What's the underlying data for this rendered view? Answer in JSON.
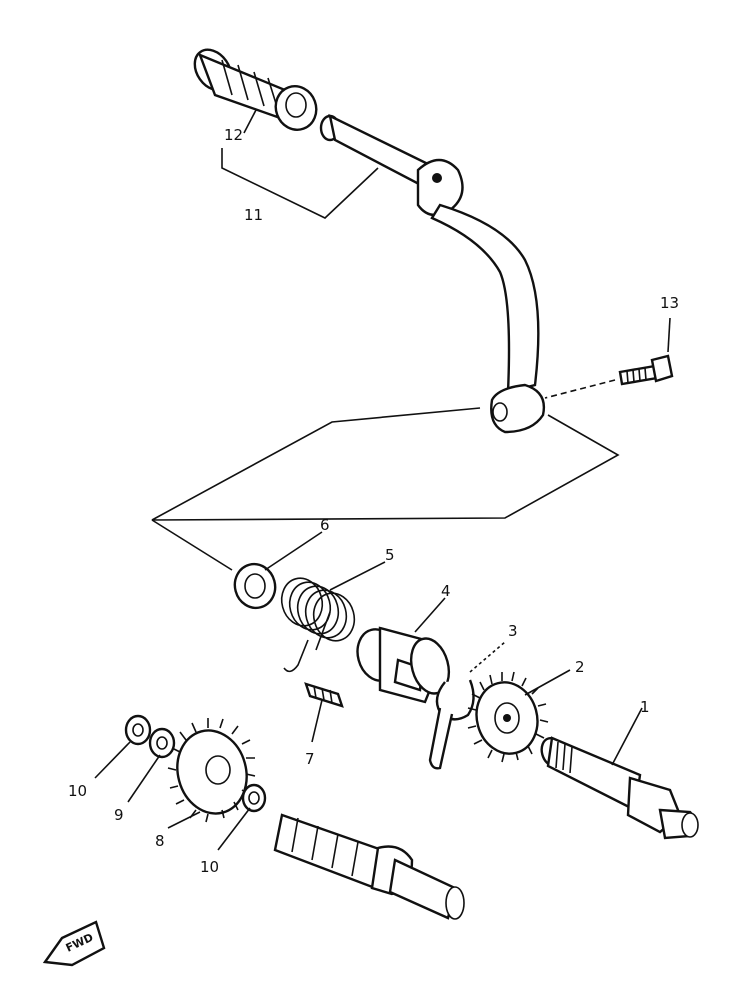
{
  "callouts": [
    {
      "id": "c1",
      "label": "1"
    },
    {
      "id": "c2",
      "label": "2"
    },
    {
      "id": "c3",
      "label": "3"
    },
    {
      "id": "c4",
      "label": "4"
    },
    {
      "id": "c5",
      "label": "5"
    },
    {
      "id": "c6",
      "label": "6"
    },
    {
      "id": "c7",
      "label": "7"
    },
    {
      "id": "c8",
      "label": "8"
    },
    {
      "id": "c9",
      "label": "9"
    },
    {
      "id": "c10a",
      "label": "10"
    },
    {
      "id": "c10b",
      "label": "10"
    },
    {
      "id": "c11",
      "label": "11"
    },
    {
      "id": "c12",
      "label": "12"
    },
    {
      "id": "c13",
      "label": "13"
    }
  ],
  "fwd_label": "FWD"
}
